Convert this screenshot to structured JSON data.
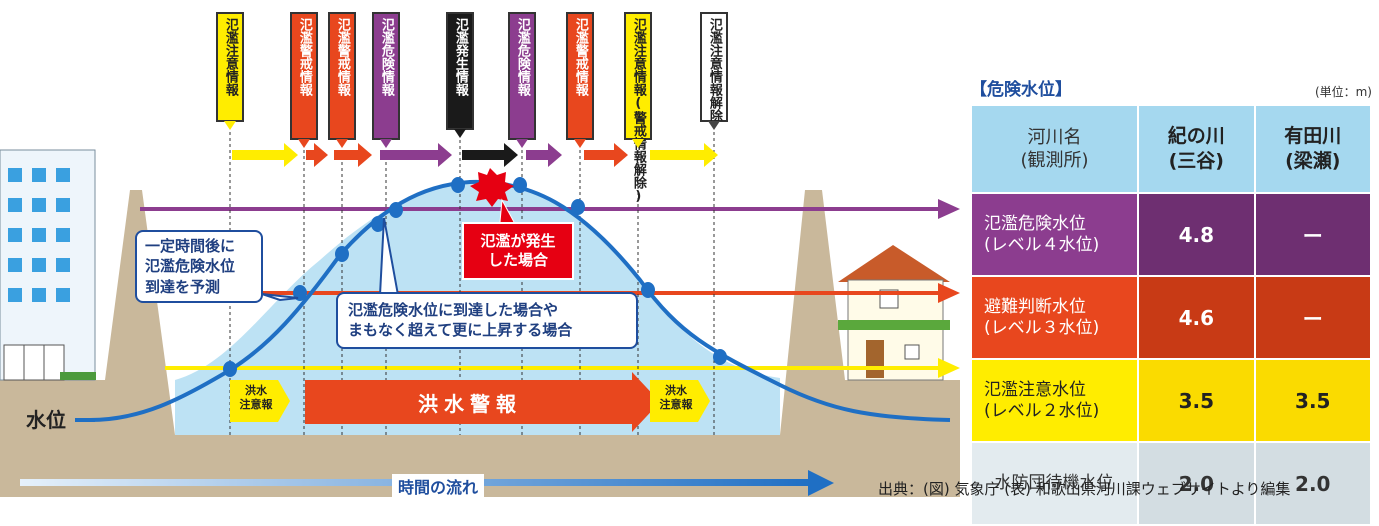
{
  "diagram": {
    "tags": [
      {
        "label": "氾濫注意情報",
        "color": "yellow"
      },
      {
        "label": "氾濫警戒情報",
        "color": "orange"
      },
      {
        "label": "氾濫警戒情報",
        "color": "orange"
      },
      {
        "label": "氾濫危険情報",
        "color": "purple"
      },
      {
        "label": "氾濫発生情報",
        "color": "black"
      },
      {
        "label": "氾濫危険情報",
        "color": "purple"
      },
      {
        "label": "氾濫警戒情報",
        "color": "orange"
      },
      {
        "label": "氾濫注意情報(警戒情報解除)",
        "color": "yellow"
      },
      {
        "label": "氾濫注意情報解除",
        "color": "white"
      }
    ],
    "callout_predict": "一定時間後に 氾濫危険水位 到達を予測",
    "callout_predict_lines": [
      "一定時間後に",
      "氾濫危険水位",
      "到達を予測"
    ],
    "callout_reach_lines": [
      "氾濫危険水位に到達した場合や",
      "まもなく超えて更に上昇する場合"
    ],
    "flood_lines": [
      "氾濫が発生",
      "した場合"
    ],
    "advisory_left": [
      "洪水",
      "注意報"
    ],
    "advisory_right": [
      "洪水",
      "注意報"
    ],
    "warning": "洪水警報",
    "water_level": "水位",
    "time_flow": "時間の流れ",
    "colors": {
      "danger": "#8c3d8f",
      "evac": "#e8471e",
      "caution": "#ffed00",
      "curve": "#1f6fc4",
      "water": "#bde2f4",
      "ground": "#c9b89b"
    }
  },
  "table": {
    "title": "【危険水位】",
    "unit": "(単位：m)",
    "header": {
      "col0": [
        "河川名",
        "(観測所)"
      ],
      "col1": [
        "紀の川",
        "(三谷)"
      ],
      "col2": [
        "有田川",
        "(梁瀬)"
      ]
    },
    "rows": [
      {
        "lines": [
          "氾濫危険水位",
          "(レベル４水位)"
        ],
        "v1": "4.8",
        "v2": "ー",
        "color": "purple"
      },
      {
        "lines": [
          "避難判断水位",
          "(レベル３水位)"
        ],
        "v1": "4.6",
        "v2": "ー",
        "color": "orange"
      },
      {
        "lines": [
          "氾濫注意水位",
          "(レベル２水位)"
        ],
        "v1": "3.5",
        "v2": "3.5",
        "color": "yellow"
      },
      {
        "lines": [
          "水防団待機水位"
        ],
        "v1": "2.0",
        "v2": "2.0",
        "color": "gray"
      }
    ]
  },
  "source": "出典：(図) 気象庁 (表) 和歌山県河川課ウェブサイトより編集"
}
